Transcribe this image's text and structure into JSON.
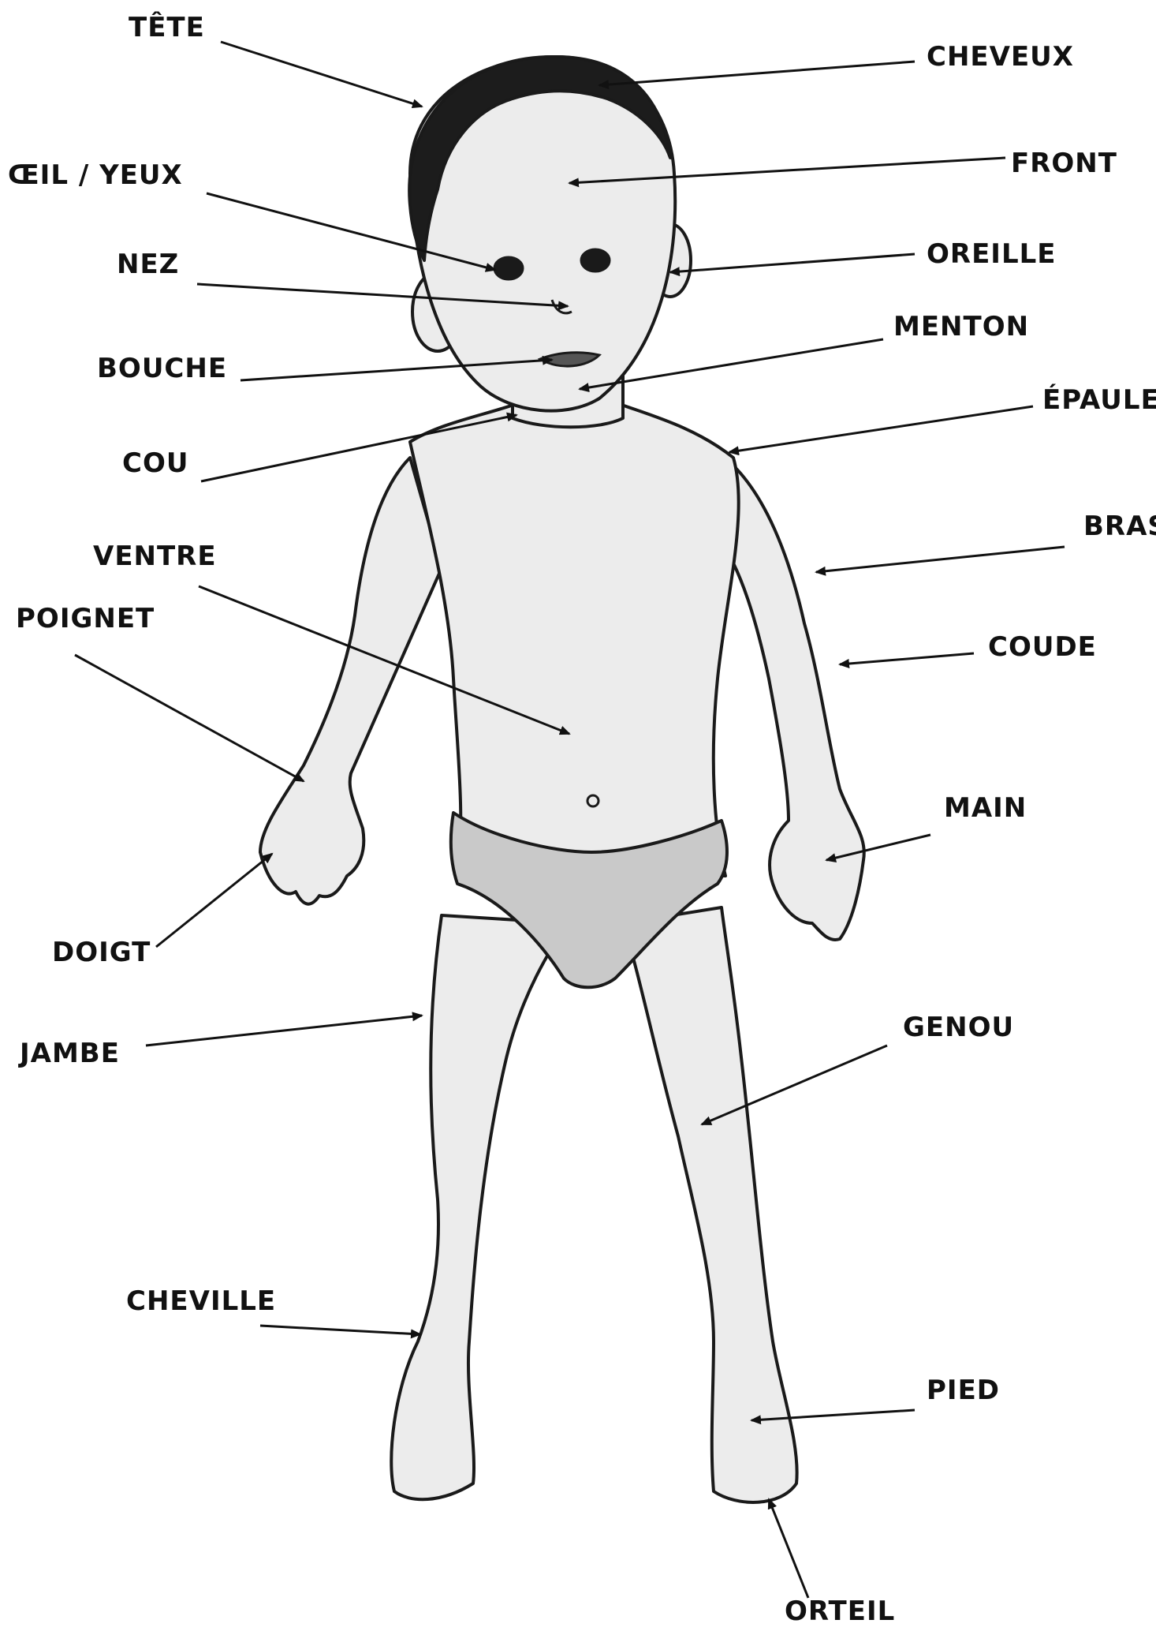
{
  "diagram": {
    "illustration": "child-body-photo",
    "labels": [
      {
        "id": "tete",
        "text": "TÊTE"
      },
      {
        "id": "cheveux",
        "text": "CHEVEUX"
      },
      {
        "id": "oeil",
        "text": "ŒIL / YEUX"
      },
      {
        "id": "front",
        "text": "FRONT"
      },
      {
        "id": "nez",
        "text": "NEZ"
      },
      {
        "id": "oreille",
        "text": "OREILLE"
      },
      {
        "id": "menton",
        "text": "MENTON"
      },
      {
        "id": "bouche",
        "text": "BOUCHE"
      },
      {
        "id": "epaule",
        "text": "ÉPAULE"
      },
      {
        "id": "cou",
        "text": "COU"
      },
      {
        "id": "bras",
        "text": "BRAS"
      },
      {
        "id": "ventre",
        "text": "VENTRE"
      },
      {
        "id": "poignet",
        "text": "POIGNET"
      },
      {
        "id": "coude",
        "text": "COUDE"
      },
      {
        "id": "main",
        "text": "MAIN"
      },
      {
        "id": "doigt",
        "text": "DOIGT"
      },
      {
        "id": "genou",
        "text": "GENOU"
      },
      {
        "id": "jambe",
        "text": "JAMBE"
      },
      {
        "id": "cheville",
        "text": "CHEVILLE"
      },
      {
        "id": "pied",
        "text": "PIED"
      },
      {
        "id": "orteil",
        "text": "ORTEIL"
      }
    ],
    "colors": {
      "ink": "#111111",
      "skin": "#ececec",
      "outline": "#1a1a1a",
      "hair": "#1c1c1c",
      "diaper": "#c9c9c9"
    }
  }
}
